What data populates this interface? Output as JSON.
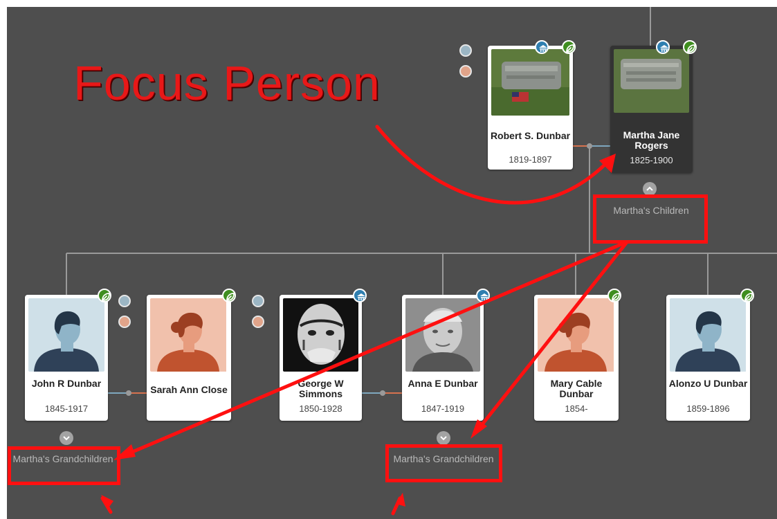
{
  "annotation": {
    "title": "Focus Person"
  },
  "parents": [
    {
      "name": "Robert S. Dunbar",
      "years": "1819-1897",
      "photo": "gravestone-photo",
      "badges": [
        "memorial",
        "tree"
      ]
    },
    {
      "name": "Martha Jane Rogers",
      "years": "1825-1900",
      "photo": "gravestone-photo",
      "badges": [
        "memorial",
        "tree"
      ],
      "focus": true
    }
  ],
  "children_group_label": "Martha's Children",
  "children": [
    {
      "name": "John R Dunbar",
      "years": "1845-1917",
      "avatar": "male",
      "badges": [
        "tree"
      ]
    },
    {
      "name": "Sarah Ann Close",
      "years": "",
      "avatar": "female",
      "badges": [
        "tree"
      ],
      "spouse": true
    },
    {
      "name": "George W Simmons",
      "years": "1850-1928",
      "avatar": "photo-man",
      "badges": [
        "memorial"
      ],
      "spouse": true
    },
    {
      "name": "Anna E Dunbar",
      "years": "1847-1919",
      "avatar": "photo-woman",
      "badges": [
        "memorial"
      ]
    },
    {
      "name": "Mary Cable Dunbar",
      "years": "1854-",
      "avatar": "female",
      "badges": [
        "tree"
      ]
    },
    {
      "name": "Alonzo U Dunbar",
      "years": "1859-1896",
      "avatar": "male",
      "badges": [
        "tree"
      ]
    }
  ],
  "grandchildren_labels": [
    "Martha's Grandchildren",
    "Martha's Grandchildren"
  ],
  "colors": {
    "canvas": "#4e4e4e",
    "annotation_red": "#ff1010",
    "tree_badge": "#3f8e1f",
    "memorial_badge": "#2f7fb0",
    "male_avatar": "#cfe0e8",
    "female_avatar": "#f1c1ac"
  },
  "icons": [
    "tree-leaf-icon",
    "memorial-icon",
    "chevron-up-icon",
    "chevron-down-icon",
    "parents-switch-icon"
  ]
}
